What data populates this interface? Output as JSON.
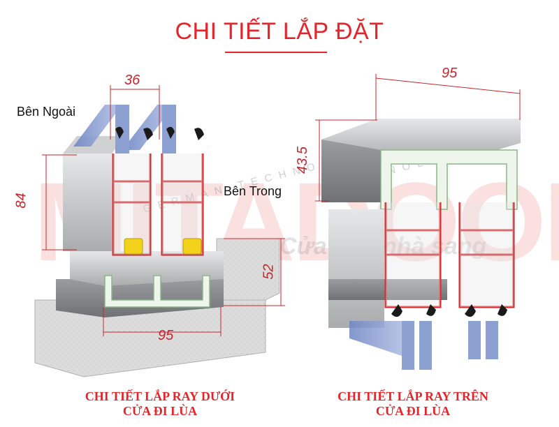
{
  "title": "CHI TIẾT LẮP ĐẶT",
  "labels": {
    "outside": "Bên Ngoài",
    "inside": "Bên Trong"
  },
  "watermark": {
    "brand": "MITADOOR",
    "tagline": "GERMAN TECHNOLOGY",
    "slogan": "Cửa đẹp nhà sang"
  },
  "left_diagram": {
    "dim_top": "36",
    "dim_left": "84",
    "dim_right": "52",
    "dim_bottom": "95",
    "caption_line1": "CHI TIẾT LẮP RAY DƯỚI",
    "caption_line2": "CỬA ĐI LÙA"
  },
  "right_diagram": {
    "dim_top": "95",
    "dim_left": "43.5",
    "caption_line1": "CHI TIẾT LẮP RAY TRÊN",
    "caption_line2": "CỬA ĐI LÙA"
  },
  "colors": {
    "accent_red": "#e3262b",
    "glass_blue": "#7f95c9",
    "aluminum": "#b9bbbd",
    "seal_black": "#1a1a1a",
    "roller_yellow": "#f2d21b",
    "concrete": "#d9d9d9"
  }
}
